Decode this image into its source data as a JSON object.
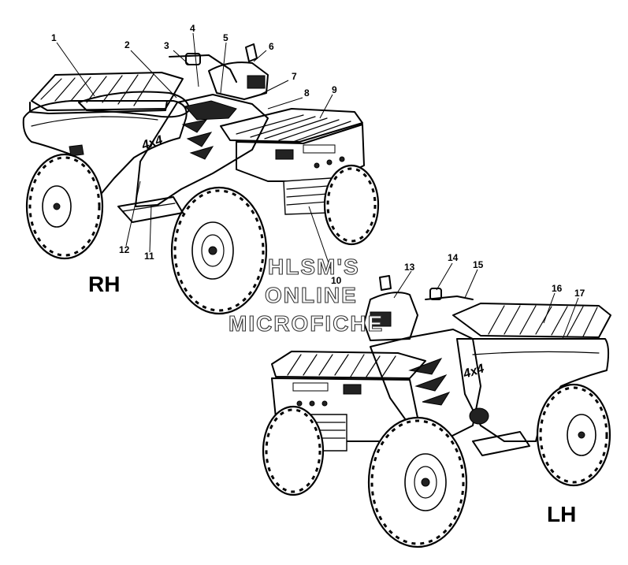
{
  "views": {
    "rh": {
      "label": "RH"
    },
    "lh": {
      "label": "LH"
    }
  },
  "callouts": [
    "1",
    "2",
    "3",
    "4",
    "5",
    "6",
    "7",
    "8",
    "9",
    "10",
    "11",
    "12",
    "13",
    "14",
    "15",
    "16",
    "17"
  ],
  "watermark": {
    "line1": "HLSM'S",
    "line2": "ONLINE",
    "line3": "MICROFICHE"
  }
}
